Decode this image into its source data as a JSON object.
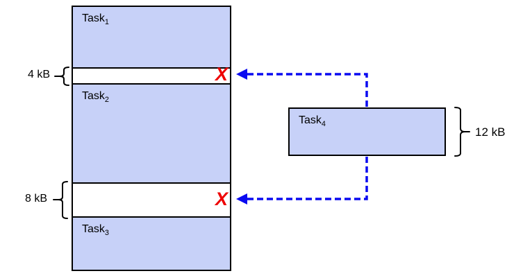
{
  "diagram": {
    "memory_column": {
      "blocks": [
        {
          "name": "Task",
          "sub": "1"
        },
        {
          "name": "Task",
          "sub": "2"
        },
        {
          "name": "Task",
          "sub": "3"
        }
      ],
      "gaps": [
        {
          "size": "4 kB",
          "mark": "X"
        },
        {
          "size": "8 kB",
          "mark": "X"
        }
      ]
    },
    "incoming_task": {
      "name": "Task",
      "sub": "4",
      "size": "12 kB"
    },
    "colors": {
      "block_fill": "#c7d1f8",
      "block_border": "#000000",
      "arrow_blue": "#0a0af0",
      "x_red": "#ee0000"
    }
  }
}
